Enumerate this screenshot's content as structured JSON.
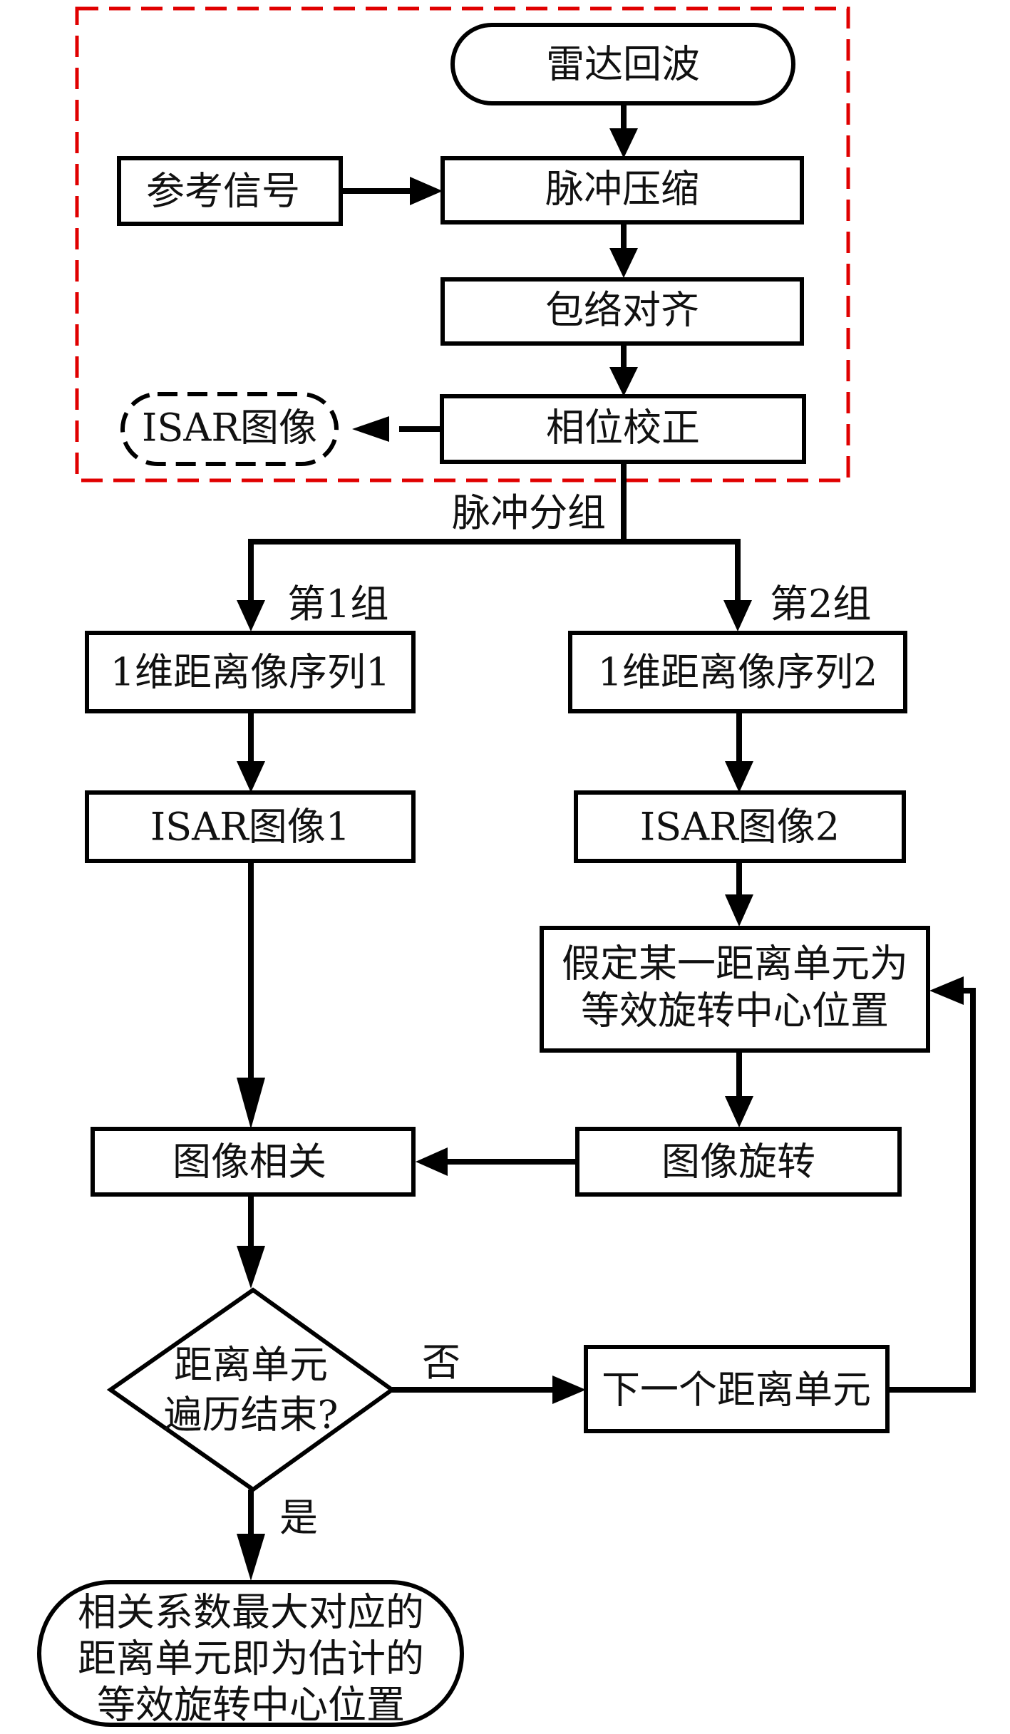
{
  "nodes": {
    "radar_echo": "雷达回波",
    "reference_signal": "参考信号",
    "pulse_compression": "脉冲压缩",
    "envelope_alignment": "包络对齐",
    "phase_correction": "相位校正",
    "isar_image": "ISAR图像",
    "range_seq_1": "1维距离像序列1",
    "range_seq_2": "1维距离像序列2",
    "isar_image_1": "ISAR图像1",
    "isar_image_2": "ISAR图像2",
    "assume_center": [
      "假定某一距离单元为",
      "等效旋转中心位置"
    ],
    "image_correlation": "图像相关",
    "image_rotation": "图像旋转",
    "decision": [
      "距离单元",
      "遍历结束?"
    ],
    "next_range_cell": "下一个距离单元",
    "result": [
      "相关系数最大对应的",
      "距离单元即为估计的",
      "等效旋转中心位置"
    ]
  },
  "labels": {
    "pulse_grouping": "脉冲分组",
    "group_1": "第1组",
    "group_2": "第2组",
    "no": "否",
    "yes": "是"
  },
  "colors": {
    "highlight_border": "#e00000",
    "stroke": "#000000"
  }
}
